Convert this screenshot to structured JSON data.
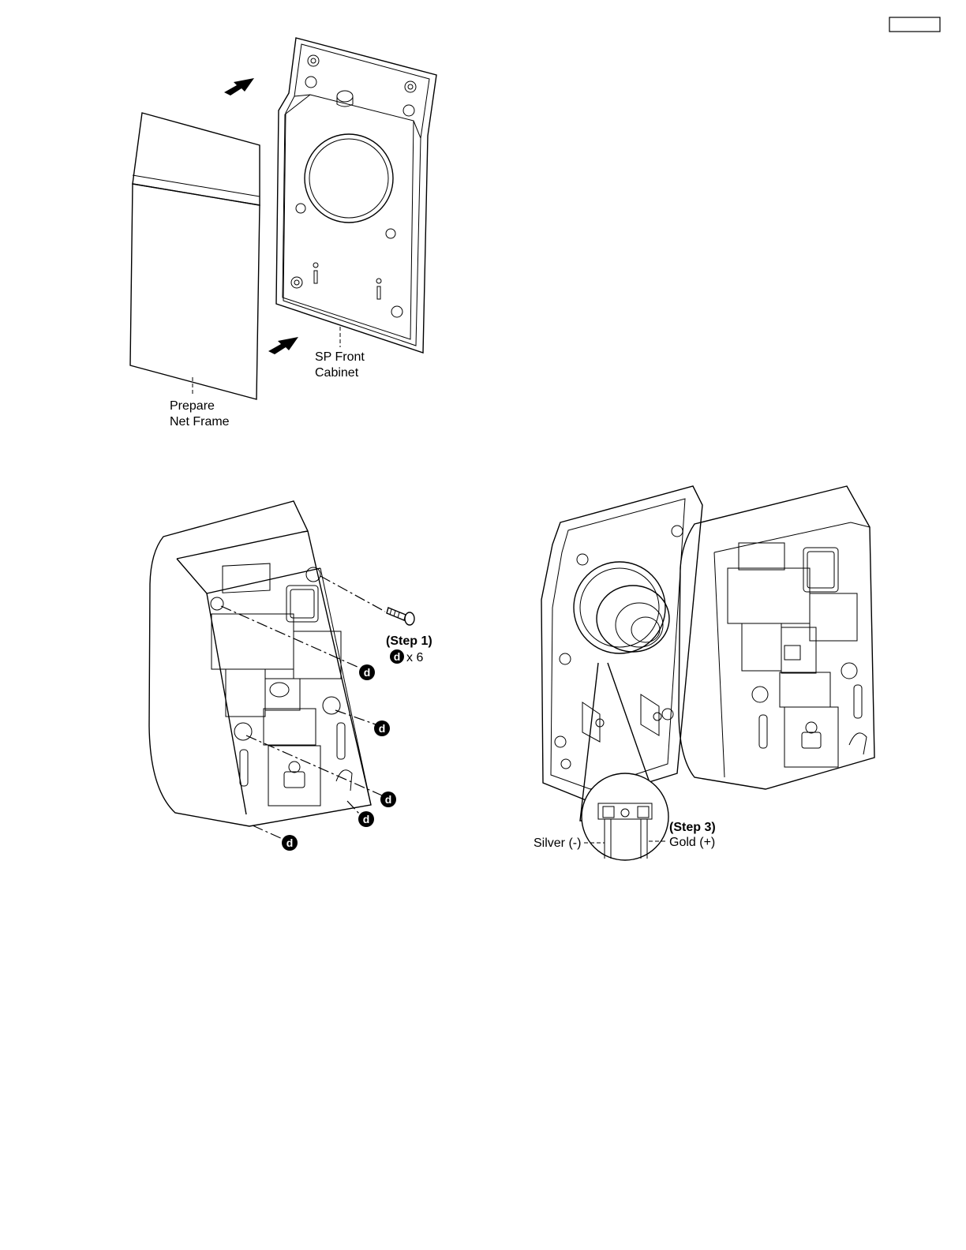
{
  "figure_top": {
    "part_a_label_line1": "Prepare",
    "part_a_label_line2": "Net Frame",
    "part_b_label_line1": "SP Front",
    "part_b_label_line2": "Cabinet"
  },
  "figure_left": {
    "step_label": "(Step 1)",
    "screw_id": "d",
    "screw_count": "x 6"
  },
  "figure_right": {
    "step_label": "(Step 3)",
    "wire_negative": "Silver (-)",
    "wire_positive": "Gold (+)"
  }
}
